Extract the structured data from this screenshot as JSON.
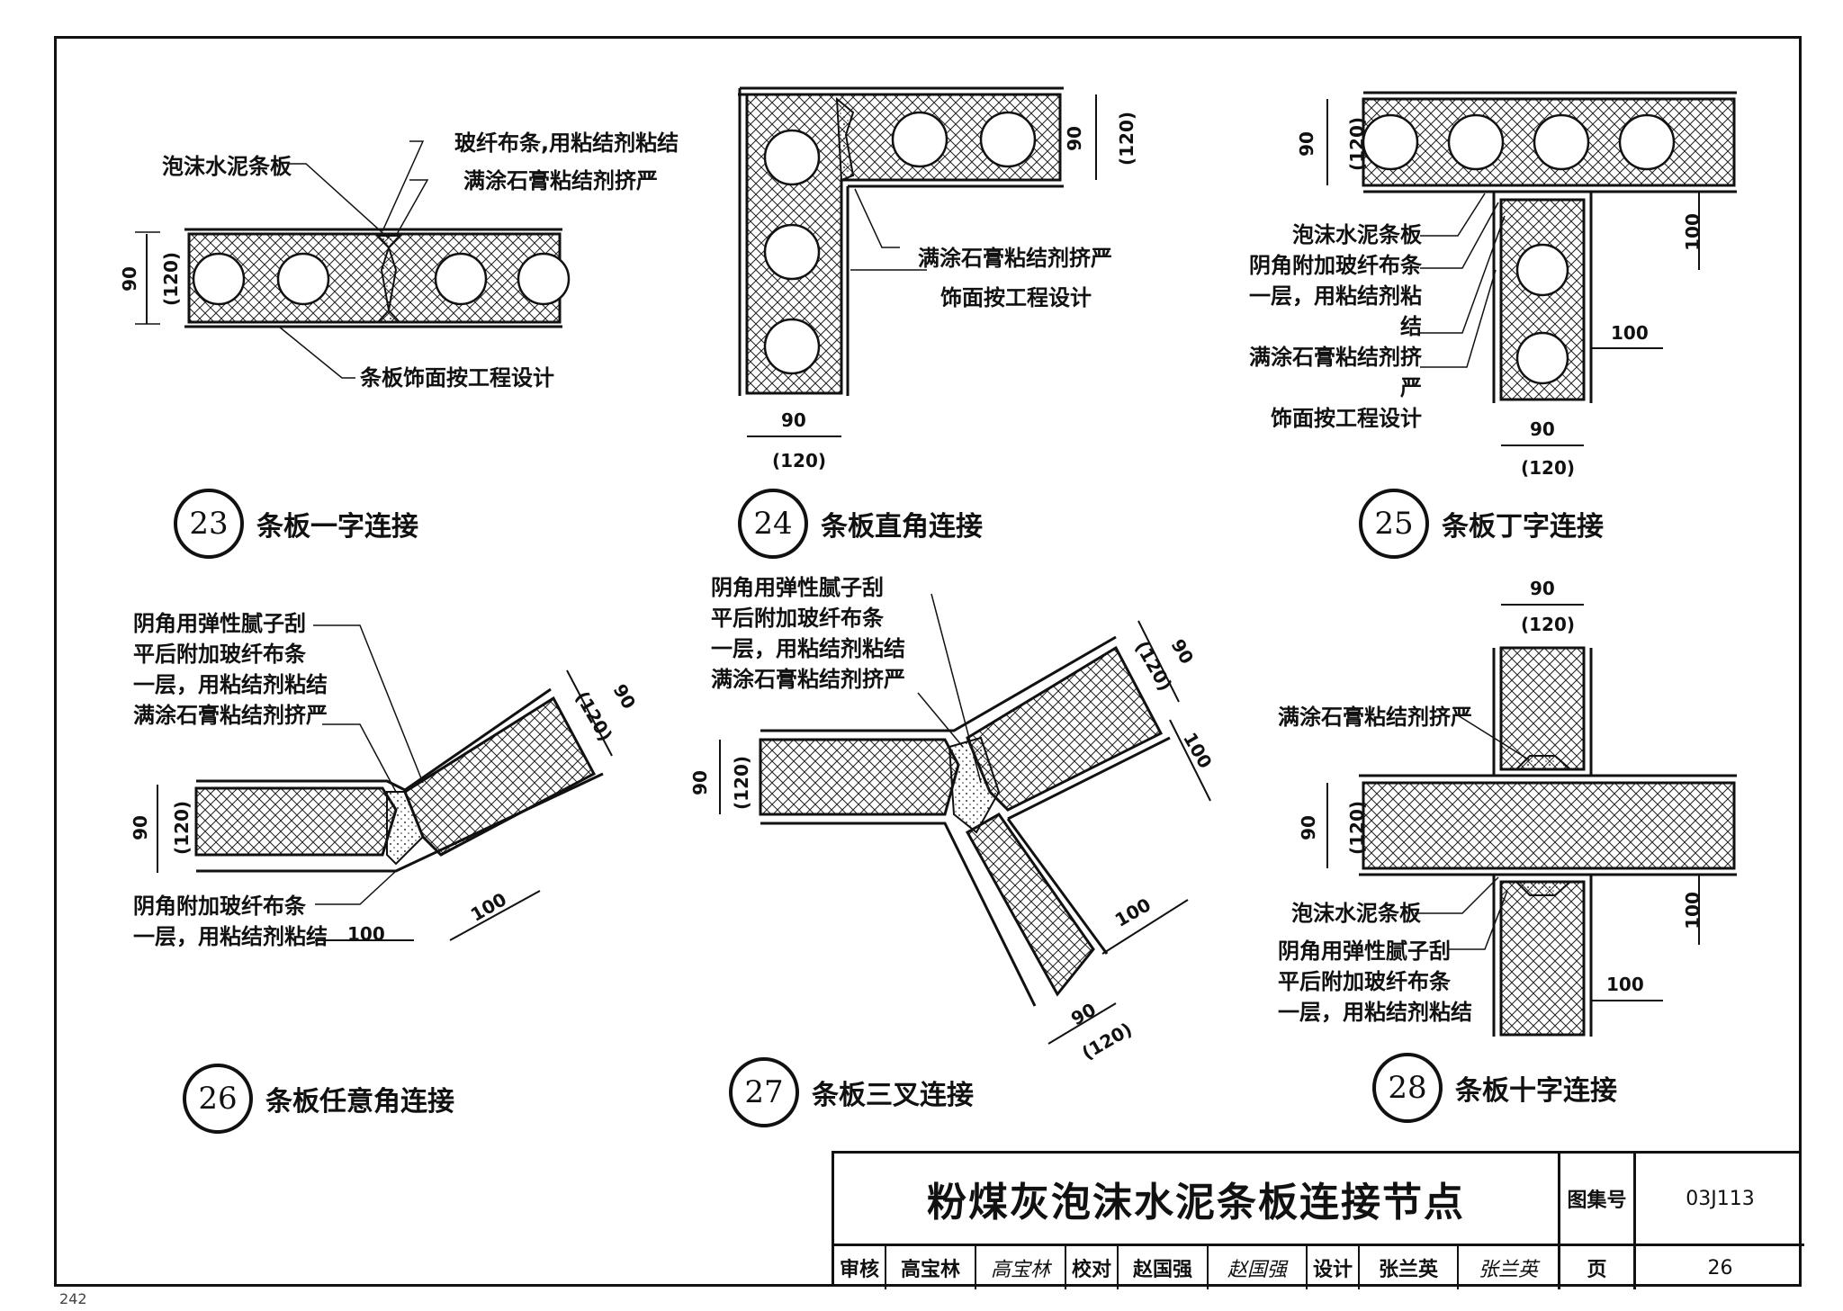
{
  "details": [
    {
      "number": "23",
      "name": "条板一字连接"
    },
    {
      "number": "24",
      "name": "条板直角连接"
    },
    {
      "number": "25",
      "name": "条板丁字连接"
    },
    {
      "number": "26",
      "name": "条板任意角连接"
    },
    {
      "number": "27",
      "name": "条板三叉连接"
    },
    {
      "number": "28",
      "name": "条板十字连接"
    }
  ],
  "labels": {
    "d23_panel": "泡沫水泥条板",
    "d23_tape": "玻纤布条,用粘结剂粘结",
    "d23_gypsum": "满涂石膏粘结剂挤严",
    "d23_finish": "条板饰面按工程设计",
    "d24_gypsum": "满涂石膏粘结剂挤严",
    "d24_finish": "饰面按工程设计",
    "d25_lines": [
      "泡沫水泥条板",
      "阴角附加玻纤布条",
      "一层，用粘结剂粘结",
      "满涂石膏粘结剂挤严",
      "饰面按工程设计"
    ],
    "d26_top": [
      "阴角用弹性腻子刮",
      "平后附加玻纤布条",
      "一层，用粘结剂粘结",
      "满涂石膏粘结剂挤严"
    ],
    "d26_bottom": [
      "阴角附加玻纤布条",
      "一层，用粘结剂粘结"
    ],
    "d27_top": [
      "阴角用弹性腻子刮",
      "平后附加玻纤布条",
      "一层，用粘结剂粘结",
      "满涂石膏粘结剂挤严"
    ],
    "d28_gypsum": "满涂石膏粘结剂挤严",
    "d28_panel": "泡沫水泥条板",
    "d28_lines": [
      "阴角用弹性腻子刮",
      "平后附加玻纤布条",
      "一层，用粘结剂粘结"
    ]
  },
  "dims": {
    "t90": "90",
    "t120": "(120)",
    "d100": "100"
  },
  "title_block": {
    "title": "粉煤灰泡沫水泥条板连接节点",
    "atlas_label": "图集号",
    "atlas_no": "03J113",
    "review_label": "审核",
    "reviewer": "高宝林",
    "reviewer_sig": "高宝林",
    "check_label": "校对",
    "checker": "赵国强",
    "checker_sig": "赵国强",
    "design_label": "设计",
    "designer": "张兰英",
    "designer_sig": "张兰英",
    "page_label": "页",
    "page_no": "26"
  },
  "corner_mark": "242"
}
